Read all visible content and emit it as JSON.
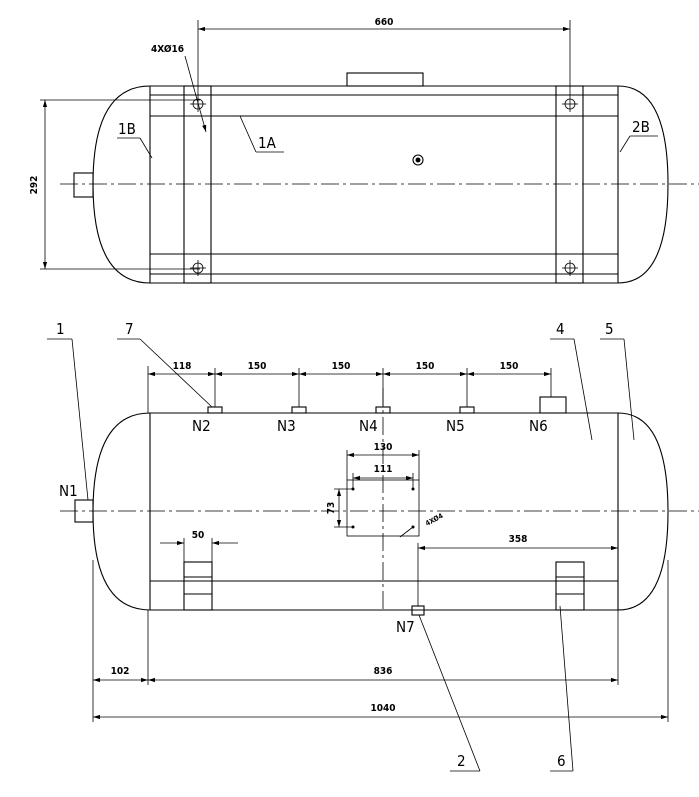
{
  "top_view": {
    "dimensions": {
      "saddle_spacing": "660",
      "bolt_holes": "4XØ16",
      "height": "292"
    },
    "callouts": {
      "left_head": "1B",
      "shell": "1A",
      "right_head": "2B"
    }
  },
  "front_view": {
    "dimensions": {
      "n1_to_n2": "118",
      "n2_to_n3": "150",
      "n3_to_n4": "150",
      "n4_to_n5": "150",
      "n5_to_n6": "150",
      "plate_width": "130",
      "plate_hole_spacing": "111",
      "plate_height": "73",
      "plate_holes": "4XØ4",
      "saddle_width": "50",
      "n7_to_seam": "358",
      "head_length": "102",
      "shell_length": "836",
      "overall_length": "1040"
    },
    "nozzles": {
      "n1": "N1",
      "n2": "N2",
      "n3": "N3",
      "n4": "N4",
      "n5": "N5",
      "n6": "N6",
      "n7": "N7"
    },
    "balloons": {
      "b1": "1",
      "b2": "2",
      "b4": "4",
      "b5": "5",
      "b6": "6",
      "b7": "7"
    }
  }
}
